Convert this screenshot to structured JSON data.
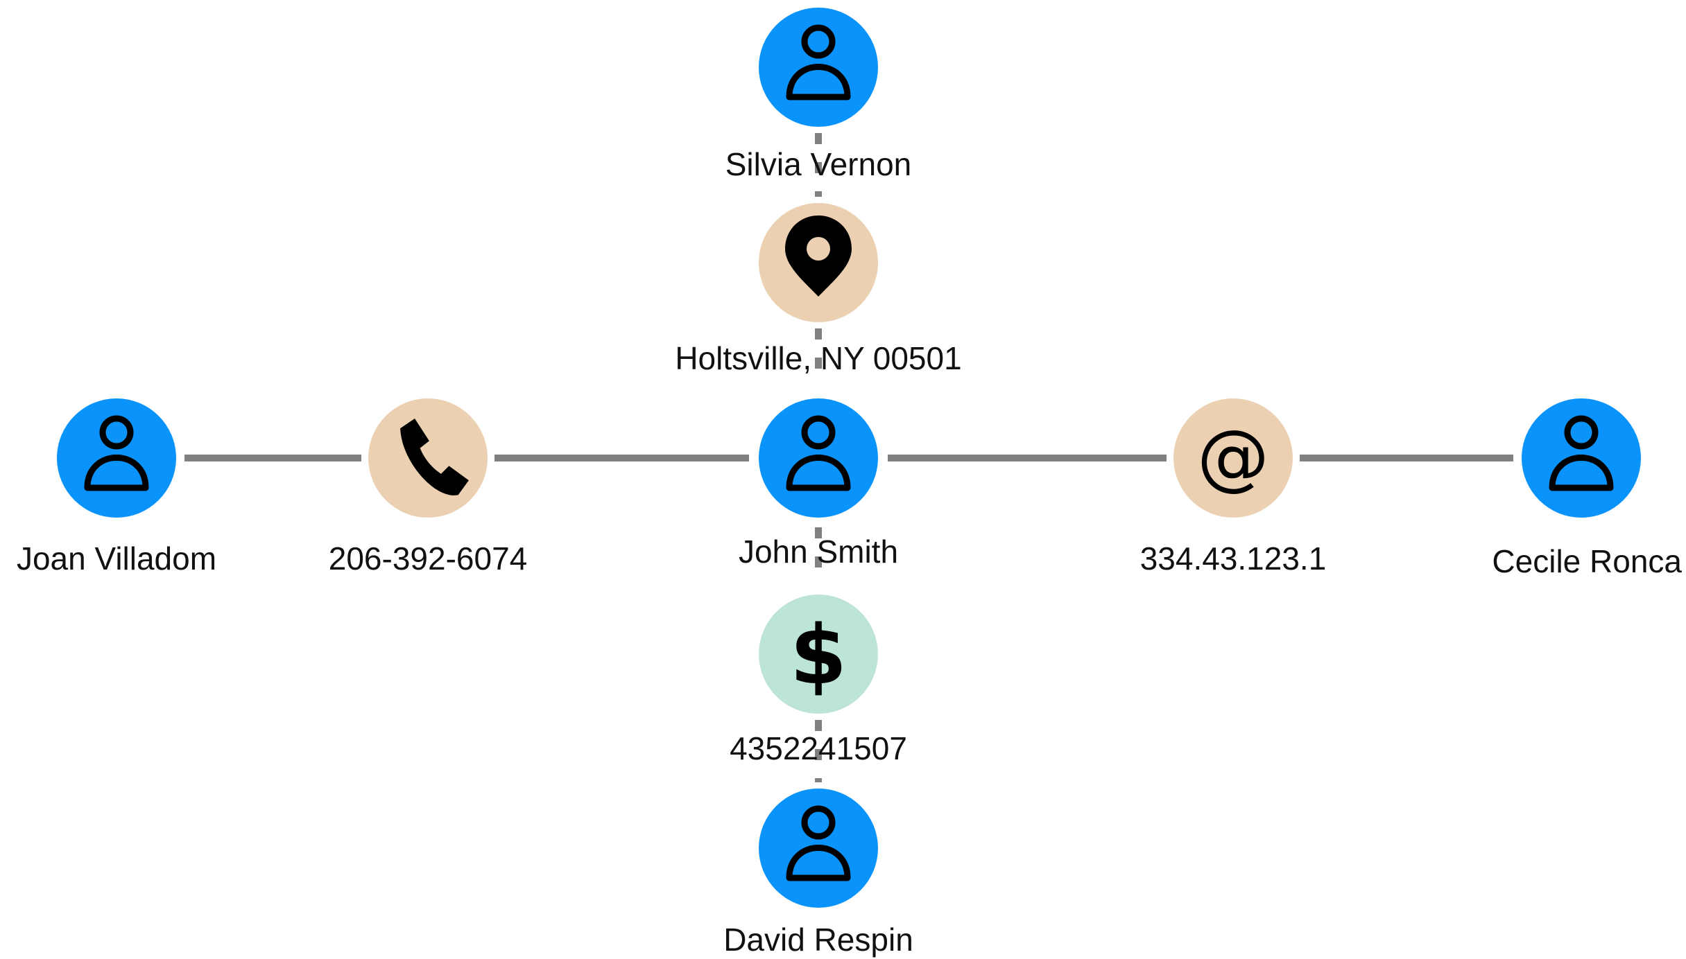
{
  "colors": {
    "person": "#0A93FA",
    "attribute": "#EBD0B2",
    "payment": "#BDE5D6",
    "edge": "#808080"
  },
  "nodes": [
    {
      "id": "john",
      "kind": "person",
      "icon": "person-icon",
      "label": "John Smith"
    },
    {
      "id": "silvia",
      "kind": "person",
      "icon": "person-icon",
      "label": "Silvia Vernon"
    },
    {
      "id": "address",
      "kind": "attribute",
      "icon": "location-pin-icon",
      "label": "Holtsville, NY 00501"
    },
    {
      "id": "joan",
      "kind": "person",
      "icon": "person-icon",
      "label": "Joan Villadom"
    },
    {
      "id": "phone",
      "kind": "attribute",
      "icon": "phone-icon",
      "label": "206-392-6074"
    },
    {
      "id": "ip",
      "kind": "attribute",
      "icon": "at-sign-icon",
      "label": "334.43.123.1"
    },
    {
      "id": "cecile",
      "kind": "person",
      "icon": "person-icon",
      "label": "Cecile Ronca"
    },
    {
      "id": "account",
      "kind": "payment",
      "icon": "dollar-icon",
      "label": "4352241507"
    },
    {
      "id": "david",
      "kind": "person",
      "icon": "person-icon",
      "label": "David Respin"
    }
  ],
  "edges": [
    {
      "from": "joan",
      "to": "phone",
      "style": "solid"
    },
    {
      "from": "phone",
      "to": "john",
      "style": "solid"
    },
    {
      "from": "john",
      "to": "ip",
      "style": "solid"
    },
    {
      "from": "ip",
      "to": "cecile",
      "style": "solid"
    },
    {
      "from": "silvia",
      "to": "address",
      "style": "dashed"
    },
    {
      "from": "address",
      "to": "john",
      "style": "dashed"
    },
    {
      "from": "john",
      "to": "account",
      "style": "dashed"
    },
    {
      "from": "account",
      "to": "david",
      "style": "dashed"
    }
  ]
}
